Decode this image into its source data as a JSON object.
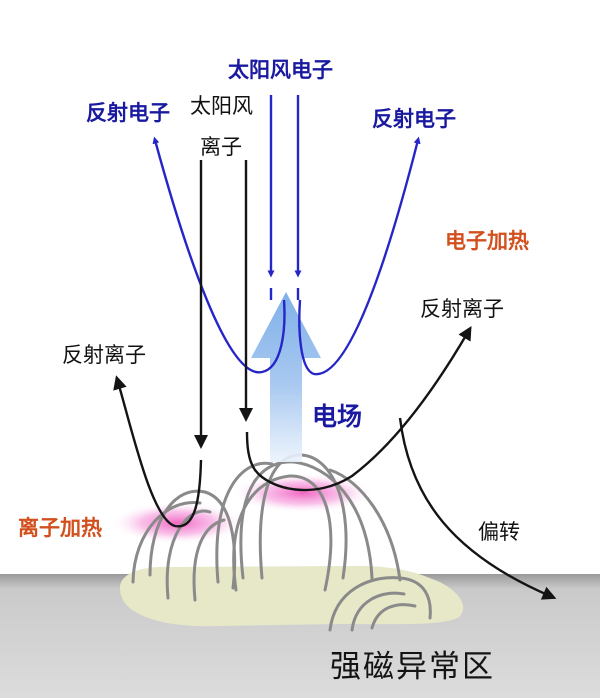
{
  "labels": {
    "solar_wind_electrons": "太阳风电子",
    "reflected_electrons_left": "反射电子",
    "solar_wind": "太阳风",
    "ions": "离子",
    "reflected_electrons_right": "反射电子",
    "electron_heating": "电子加热",
    "reflected_ions_right": "反射离子",
    "reflected_ions_left": "反射离子",
    "electric_field": "电场",
    "ion_heating": "离子加热",
    "deflection": "偏转",
    "strong_magnetic_anomaly": "强磁异常区"
  },
  "colors": {
    "electron_path": "#2626c8",
    "ion_path": "#141414",
    "field_arrow": "#8fb8ea",
    "heating_glow": "#f06ec8",
    "label_blue": "#1a1aa0",
    "label_orange": "#d2501e",
    "ground": "#c8c8c8",
    "anomaly_region": "#e6e8c8",
    "field_lines": "#8a8a8a"
  }
}
